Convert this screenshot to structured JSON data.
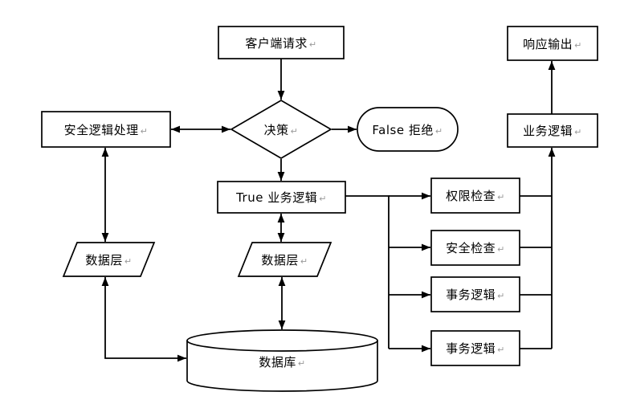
{
  "diagram": {
    "title": "Client request processing flowchart",
    "background_color": "#ffffff",
    "stroke_color": "#000000",
    "text_color": "#000000",
    "return_mark": "↵",
    "return_mark_color": "#9a9a9a",
    "nodes": [
      {
        "id": "client-request",
        "shape": "rectangle",
        "label": "客户端请求"
      },
      {
        "id": "decision",
        "shape": "diamond",
        "label": "决策"
      },
      {
        "id": "security-logic-processing",
        "shape": "rectangle",
        "label": "安全逻辑处理"
      },
      {
        "id": "false-reject",
        "shape": "stadium",
        "label": "False 拒绝"
      },
      {
        "id": "true-business-logic",
        "shape": "rectangle",
        "label": "True 业务逻辑"
      },
      {
        "id": "data-layer-left",
        "shape": "parallelogram",
        "label": "数据层"
      },
      {
        "id": "data-layer-middle",
        "shape": "parallelogram",
        "label": "数据层"
      },
      {
        "id": "database",
        "shape": "cylinder",
        "label": "数据库"
      },
      {
        "id": "permission-check",
        "shape": "rectangle",
        "label": "权限检查"
      },
      {
        "id": "security-check",
        "shape": "rectangle",
        "label": "安全检查"
      },
      {
        "id": "transaction-logic-1",
        "shape": "rectangle",
        "label": "事务逻辑"
      },
      {
        "id": "transaction-logic-2",
        "shape": "rectangle",
        "label": "事务逻辑"
      },
      {
        "id": "business-logic",
        "shape": "rectangle",
        "label": "业务逻辑"
      },
      {
        "id": "response-output",
        "shape": "rectangle",
        "label": "响应输出"
      }
    ],
    "edges": [
      {
        "from": "client-request",
        "to": "decision",
        "type": "arrow"
      },
      {
        "from": "decision",
        "to": "security-logic-processing",
        "type": "double-arrow"
      },
      {
        "from": "decision",
        "to": "false-reject",
        "type": "arrow"
      },
      {
        "from": "decision",
        "to": "true-business-logic",
        "type": "arrow"
      },
      {
        "from": "security-logic-processing",
        "to": "data-layer-left",
        "type": "double-arrow"
      },
      {
        "from": "true-business-logic",
        "to": "data-layer-middle",
        "type": "double-arrow"
      },
      {
        "from": "data-layer-middle",
        "to": "database",
        "type": "double-arrow"
      },
      {
        "from": "data-layer-left",
        "to": "database",
        "type": "double-arrow",
        "route": "elbow"
      },
      {
        "from": "true-business-logic",
        "to": "permission-check",
        "type": "arrow"
      },
      {
        "from": "true-business-logic",
        "to": "security-check",
        "type": "arrow"
      },
      {
        "from": "true-business-logic",
        "to": "transaction-logic-1",
        "type": "arrow"
      },
      {
        "from": "true-business-logic",
        "to": "transaction-logic-2",
        "type": "arrow"
      },
      {
        "from": "permission-check",
        "to": "business-logic",
        "type": "arrow"
      },
      {
        "from": "security-check",
        "to": "business-logic",
        "type": "arrow"
      },
      {
        "from": "transaction-logic-1",
        "to": "business-logic",
        "type": "arrow"
      },
      {
        "from": "transaction-logic-2",
        "to": "business-logic",
        "type": "arrow"
      },
      {
        "from": "business-logic",
        "to": "response-output",
        "type": "arrow"
      }
    ]
  }
}
